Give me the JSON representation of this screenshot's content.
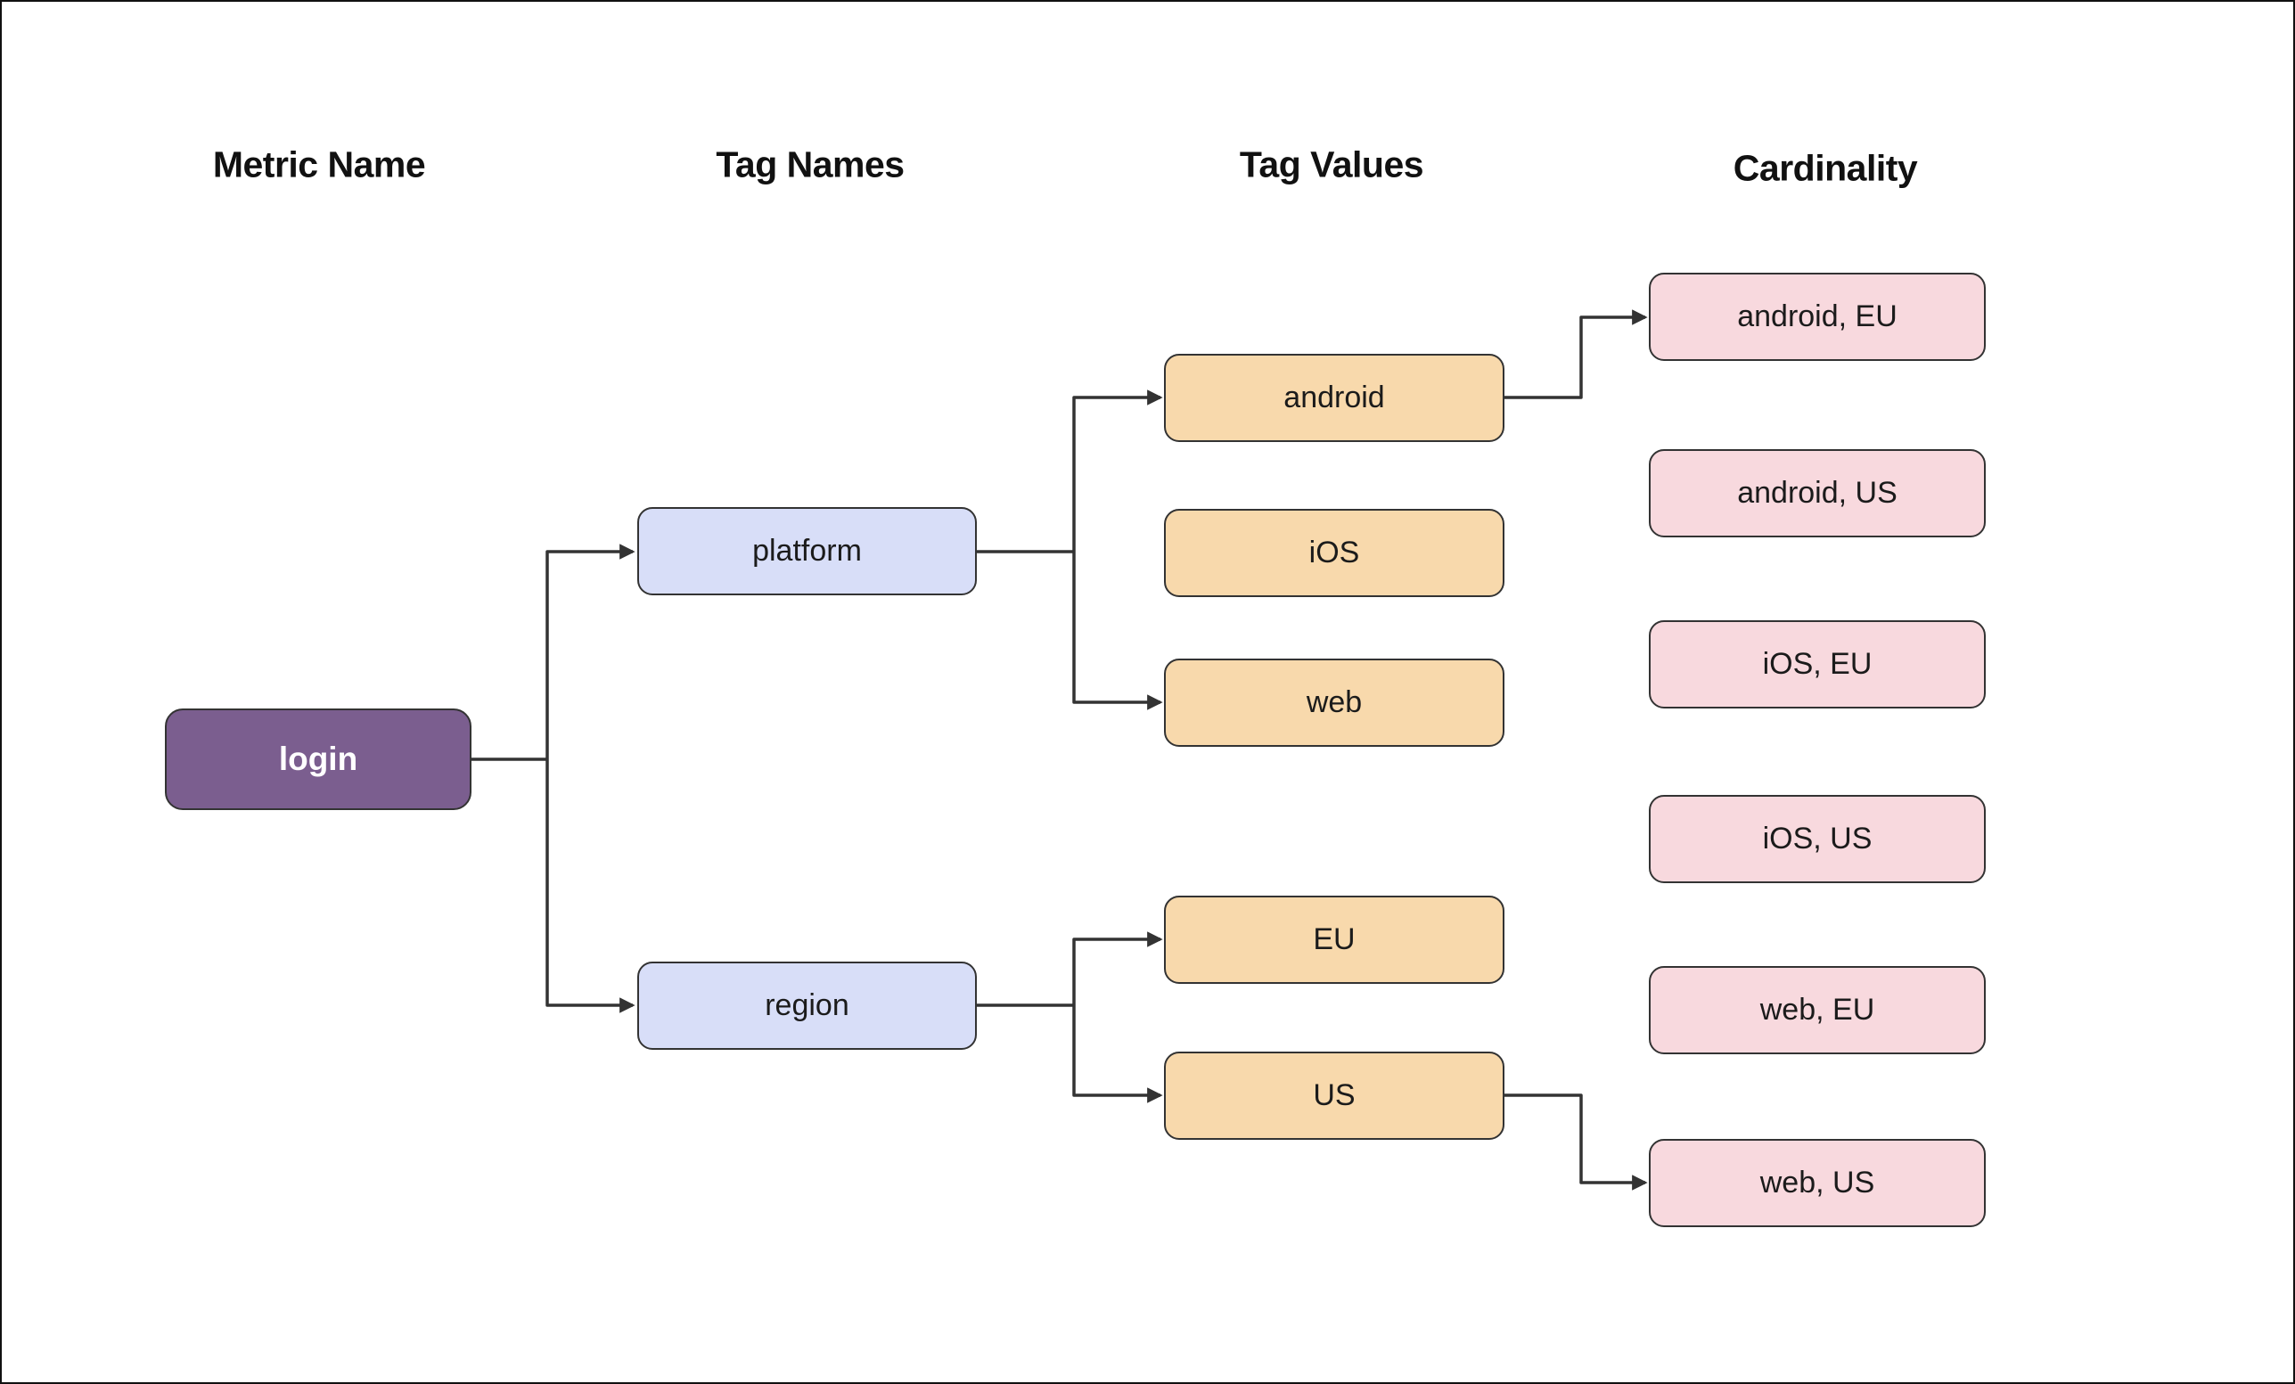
{
  "colors": {
    "background": "#ffffff",
    "frame_border": "#111111",
    "node_border": "#333333",
    "line": "#333333",
    "text": "#1b1b1b",
    "metric_fill": "#7b5e8f",
    "metric_text": "#ffffff",
    "tag_name_fill": "#d8def8",
    "tag_value_fill": "#f8d9ac",
    "cardinality_fill": "#f8d9de"
  },
  "diagram": {
    "columns": {
      "metric_name": "Metric Name",
      "tag_names": "Tag Names",
      "tag_values": "Tag Values",
      "cardinality": "Cardinality"
    },
    "nodes": {
      "metric": "login",
      "tag_names": [
        "platform",
        "region"
      ],
      "tag_values": [
        "android",
        "iOS",
        "web",
        "EU",
        "US"
      ],
      "cardinality": [
        "android, EU",
        "android, US",
        "iOS, EU",
        "iOS, US",
        "web, EU",
        "web, US"
      ]
    },
    "edges": [
      {
        "from": "login",
        "to": "platform"
      },
      {
        "from": "login",
        "to": "region"
      },
      {
        "from": "platform",
        "to": "android"
      },
      {
        "from": "platform",
        "to": "web"
      },
      {
        "from": "region",
        "to": "EU"
      },
      {
        "from": "region",
        "to": "US"
      },
      {
        "from": "android",
        "to": "android, EU"
      },
      {
        "from": "US",
        "to": "web, US"
      }
    ]
  }
}
